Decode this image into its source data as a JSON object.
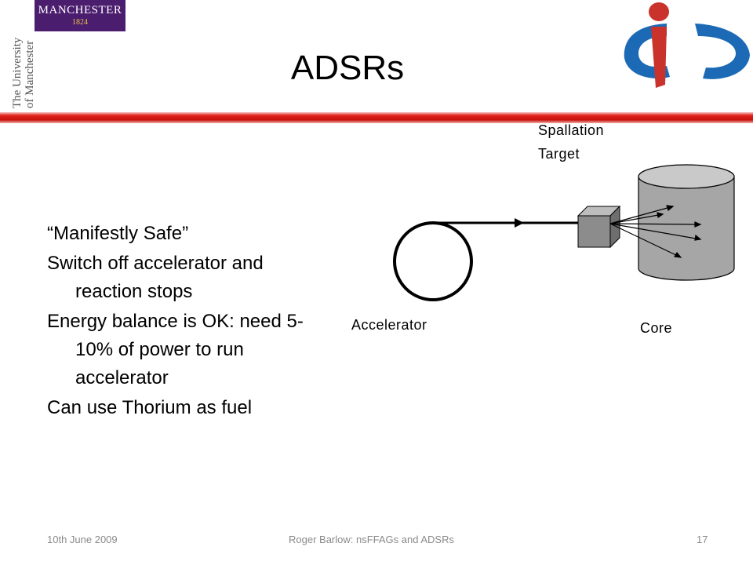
{
  "branding": {
    "manchester_name": "MANCHESTER",
    "manchester_year": "1824",
    "vertical_line1": "The University",
    "vertical_line2": "of Manchester",
    "colors": {
      "purple": "#4b1d6e",
      "gold": "#e8c44a",
      "red": "#e2231a",
      "ic_blue": "#1c6ab5",
      "ic_red": "#c9332b"
    }
  },
  "slide": {
    "title": "ADSRs",
    "bullets": [
      {
        "first": "“Manifestly Safe”",
        "rest": ""
      },
      {
        "first": "Switch off accelerator and",
        "rest": "reaction stops"
      },
      {
        "first": "Energy balance is OK: need 5-",
        "rest": "10% of power to run accelerator"
      },
      {
        "first": "Can use Thorium as fuel",
        "rest": ""
      }
    ]
  },
  "diagram": {
    "spallation_label_1": "Spallation",
    "spallation_label_2": "Target",
    "accelerator_label": "Accelerator",
    "core_label": "Core"
  },
  "footer": {
    "date": "10th June 2009",
    "center": "Roger Barlow: nsFFAGs  and ADSRs",
    "page": "17"
  }
}
